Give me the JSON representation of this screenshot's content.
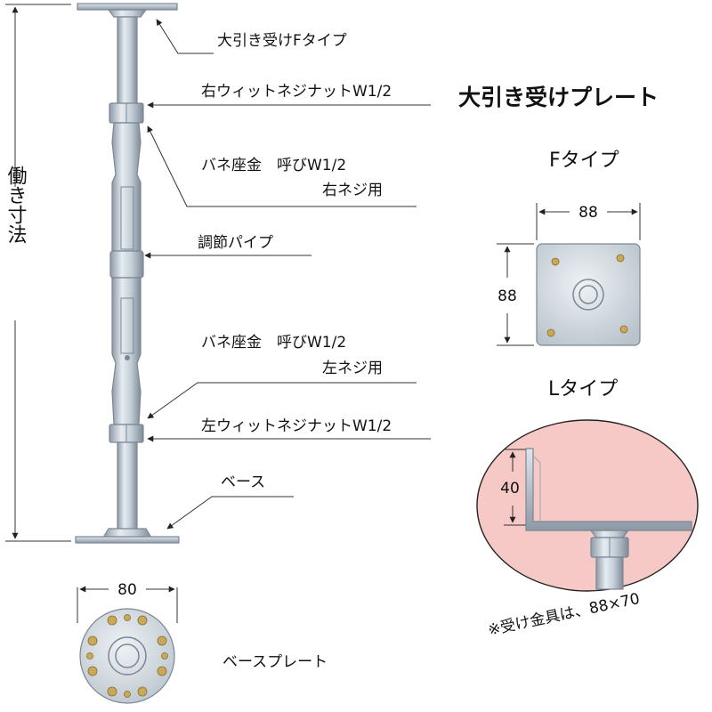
{
  "labels": {
    "top_plate": "大引き受けFタイプ",
    "right_nut": "右ウィットネジナットW1/2",
    "right_washer_1": "バネ座金　呼びW1/2",
    "right_washer_2": "右ネジ用",
    "pipe": "調節パイプ",
    "left_washer_1": "バネ座金　呼びW1/2",
    "left_washer_2": "左ネジ用",
    "left_nut": "左ウィットネジナットW1/2",
    "base": "ベース",
    "working_height": "働き寸法"
  },
  "base_plate": {
    "width_dim": "80",
    "caption": "ベースプレート"
  },
  "receiver_plate": {
    "title": "大引き受けプレート",
    "f_type": {
      "title": "Fタイプ",
      "width_dim": "88",
      "height_dim": "88"
    },
    "l_type": {
      "title": "Lタイプ",
      "height_dim": "40",
      "note": "※受け金具は、88×70"
    }
  },
  "colors": {
    "steel": "#c9d3dc",
    "steel_dark": "#7a8794",
    "l_type_bg": "#f6c9c6",
    "hole": "#c9a85a"
  }
}
